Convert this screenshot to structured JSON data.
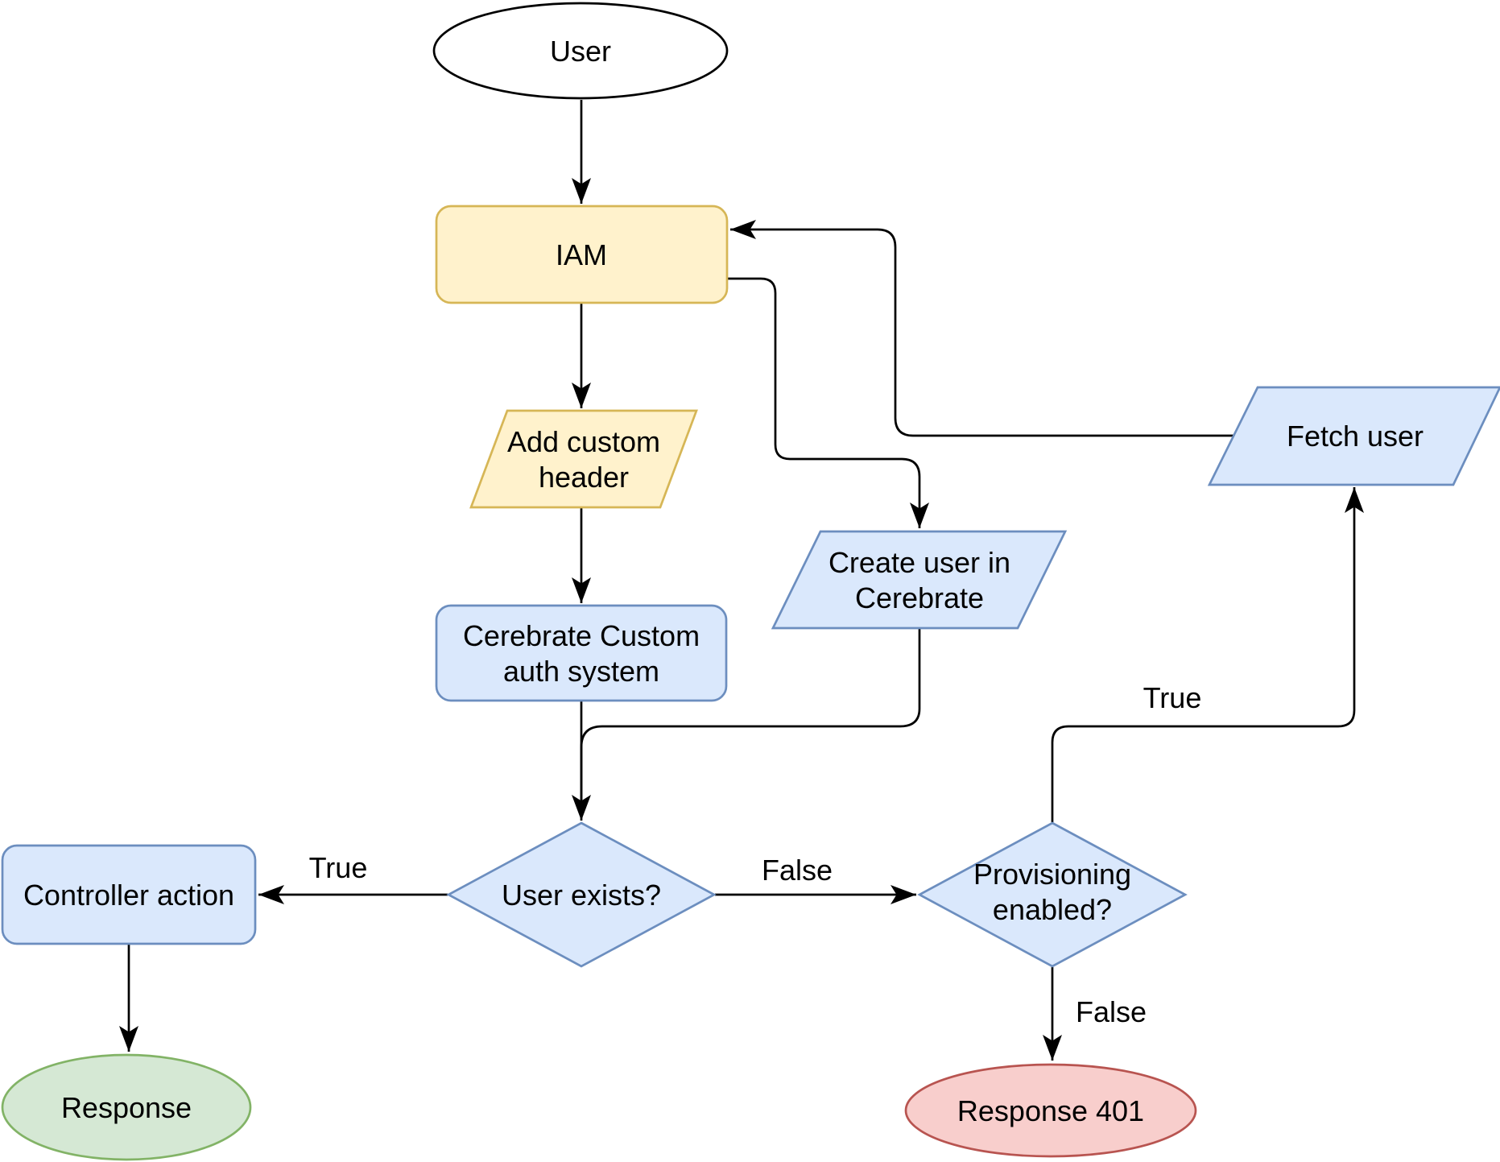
{
  "colors": {
    "background": "#ffffff",
    "edge": "#000000",
    "text": "#000000",
    "yellow_fill": "#fff2cc",
    "yellow_stroke": "#d6b656",
    "blue_fill": "#dae8fc",
    "blue_stroke": "#6c8ebf",
    "green_fill": "#d5e8d4",
    "green_stroke": "#82b366",
    "red_fill": "#f8cecc",
    "red_stroke": "#b85450",
    "white_fill": "#ffffff",
    "black_stroke": "#000000"
  },
  "nodes": {
    "user": {
      "label": "User",
      "shape": "ellipse"
    },
    "iam": {
      "label": "IAM",
      "shape": "rounded-rect"
    },
    "add_custom_header": {
      "label": "Add custom header",
      "line1": "Add custom",
      "line2": "header",
      "shape": "parallelogram"
    },
    "cerebrate_auth": {
      "label": "Cerebrate Custom auth system",
      "line1": "Cerebrate Custom",
      "line2": "auth system",
      "shape": "rounded-rect"
    },
    "create_user": {
      "label": "Create user in Cerebrate",
      "line1": "Create user in",
      "line2": "Cerebrate",
      "shape": "parallelogram"
    },
    "fetch_user": {
      "label": "Fetch user",
      "shape": "parallelogram"
    },
    "user_exists": {
      "label": "User exists?",
      "shape": "diamond"
    },
    "provisioning_enabled": {
      "label": "Provisioning enabled?",
      "line1": "Provisioning",
      "line2": "enabled?",
      "shape": "diamond"
    },
    "controller_action": {
      "label": "Controller action",
      "shape": "rounded-rect"
    },
    "response": {
      "label": "Response",
      "shape": "ellipse"
    },
    "response_401": {
      "label": "Response 401",
      "shape": "ellipse"
    }
  },
  "edges": {
    "user_exists_true_label": "True",
    "user_exists_false_label": "False",
    "provisioning_true_label": "True",
    "provisioning_false_label": "False"
  }
}
